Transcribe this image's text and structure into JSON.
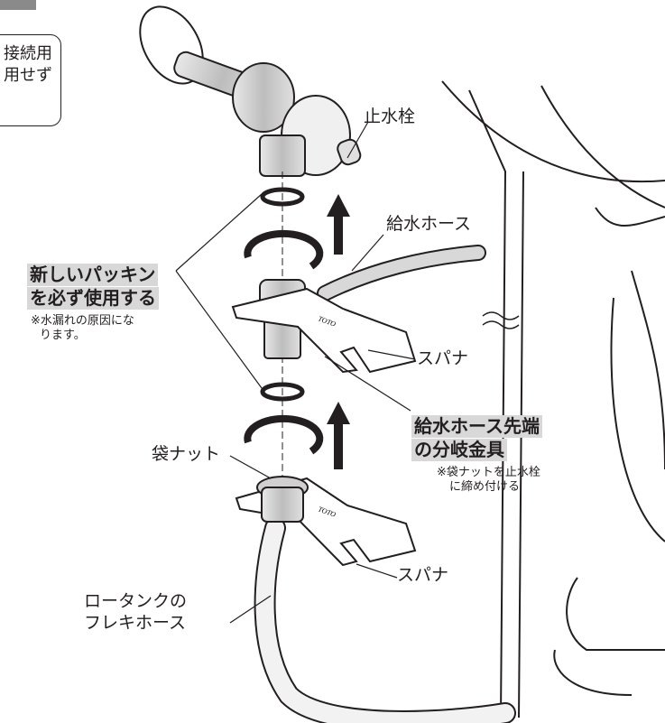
{
  "header": {
    "tab_color": "#8a8a8a",
    "callout_line1": "接続用",
    "callout_line2": "用せず"
  },
  "labels": {
    "stop_valve": "止水栓",
    "supply_hose": "給水ホース",
    "packing_note_line1": "新しいパッキン",
    "packing_note_line2": "を必ず使用する",
    "packing_small_line1": "※水漏れの原因にな",
    "packing_small_line2": "ります。",
    "spanner_upper": "スパナ",
    "branch_line1": "給水ホース先端",
    "branch_line2": "の分岐金具",
    "branch_small_line1": "※袋ナットを止水栓",
    "branch_small_line2": "に締め付ける",
    "cap_nut": "袋ナット",
    "spanner_lower": "スパナ",
    "flex_line1": "ロータンクの",
    "flex_line2": "フレキホース",
    "spanner_brand": "TOTO"
  },
  "colors": {
    "highlight": "#d8d8d8",
    "line": "#231f20",
    "metal": "#c9c9c9",
    "hose": "#dcdcdc"
  }
}
